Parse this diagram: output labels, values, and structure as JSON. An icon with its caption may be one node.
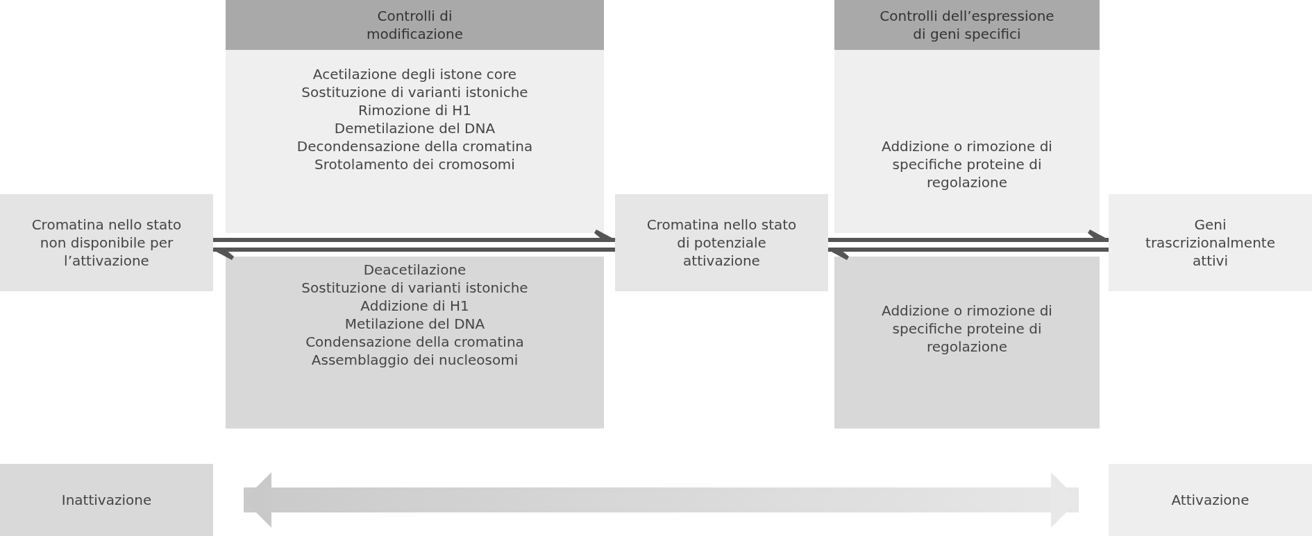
{
  "diagram": {
    "nodes": [
      {
        "text": [
          "Cromatina nello stato non disponibile per l’attivazione"
        ]
      },
      {
        "text": [
          "Controlli di modificazione"
        ]
      },
      {
        "text": [
          "Acetilazione degli istone core",
          "Sostituzione di varianti istoniche",
          "Rimozione di H1",
          "Demetilazione del DNA",
          "Decondensazione della cromatina",
          "Srotolamento dei cromosomi"
        ]
      },
      {
        "text": [
          "Deacetilazione",
          "Sostituzione di varianti istoniche",
          "Addizione di H1",
          "Metilazione del DNA",
          "Condensazione della cromatina",
          "Assemblaggio dei nucleosomi"
        ]
      },
      {
        "text": [
          "Cromatina nello stato di potenziale attivazione"
        ]
      },
      {
        "text": [
          "Controlli dell’espressione di geni specifici"
        ]
      },
      {
        "text": [
          "Addizione o rimozione di specifiche proteine di regolazione"
        ]
      },
      {
        "text": [
          "Addizione o rimozione di specifiche proteine di regolazione"
        ]
      },
      {
        "text": [
          "Geni trascrizionalmente attivi"
        ]
      },
      {
        "text": [
          "Inattivazione"
        ]
      },
      {
        "text": [
          "Attivazione"
        ]
      }
    ],
    "edges": [
      {
        "from": 0,
        "to": 4,
        "arrow": "to"
      },
      {
        "from": 4,
        "to": 0,
        "arrow": "to"
      },
      {
        "from": 4,
        "to": 8,
        "arrow": "to"
      },
      {
        "from": 8,
        "to": 4,
        "arrow": "to"
      },
      {
        "from": 9,
        "to": 10,
        "arrow": "both",
        "style": "thick"
      }
    ]
  }
}
